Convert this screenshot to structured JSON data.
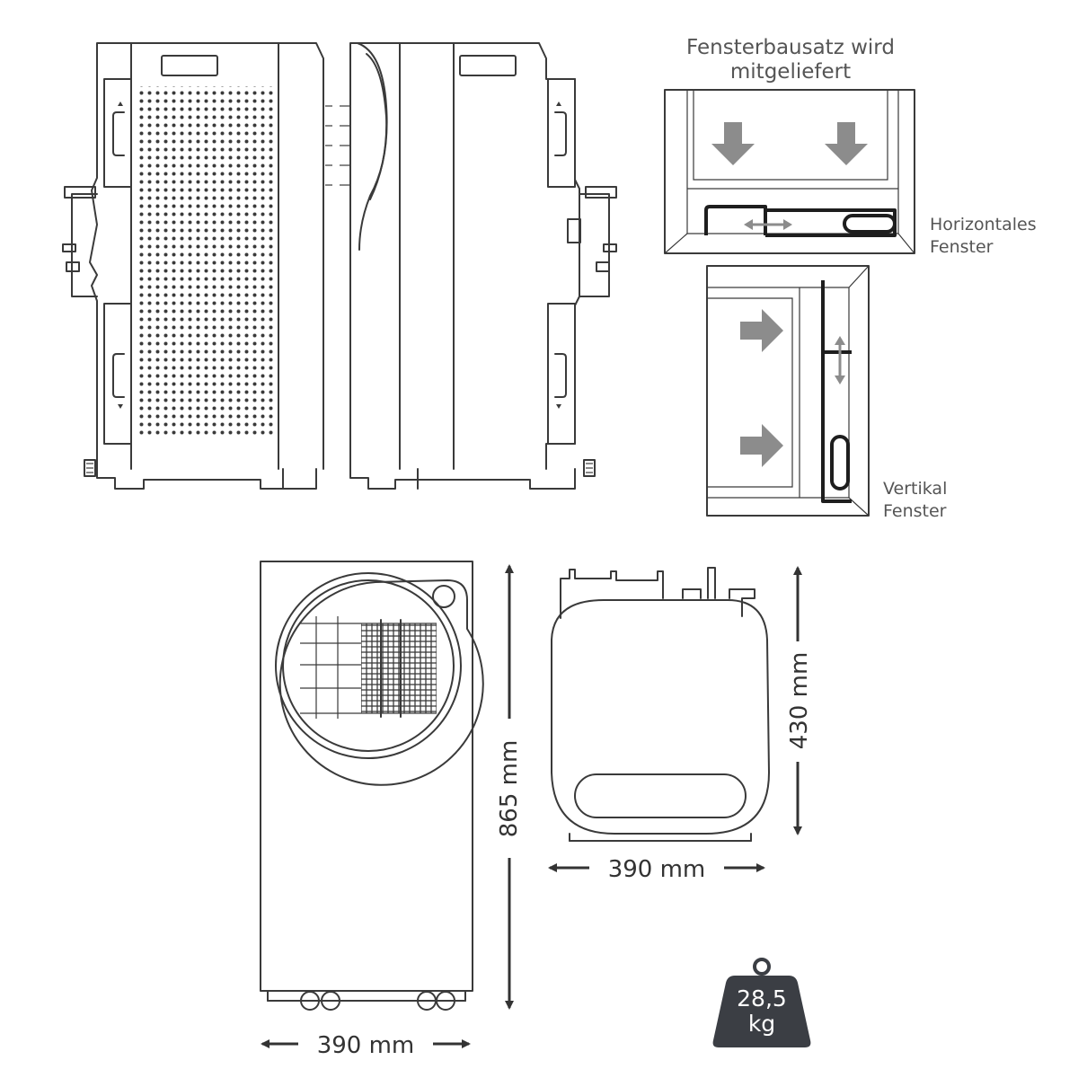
{
  "window_kit": {
    "title_line1": "Fensterbausatz wird",
    "title_line2": "mitgeliefert",
    "horizontal_line1": "Horizontales",
    "horizontal_line2": "Fenster",
    "vertical_line1": "Vertikal",
    "vertical_line2": "Fenster"
  },
  "dimensions": {
    "height": "865 mm",
    "depth": "430 mm",
    "width_top": "390 mm",
    "width_front": "390 mm"
  },
  "weight": {
    "value": "28,5",
    "unit": "kg"
  }
}
